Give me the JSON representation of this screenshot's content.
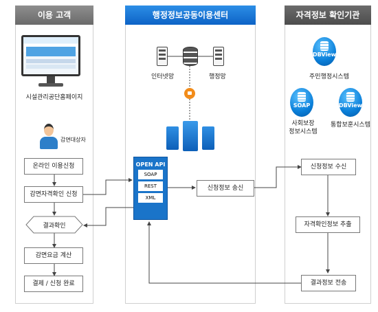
{
  "panels": {
    "customer": {
      "title": "이용 고객"
    },
    "center": {
      "title": "행정정보공동이용센터"
    },
    "agency": {
      "title": "자격정보 확인기관"
    }
  },
  "customer": {
    "website_label": "시설관리공단홈페이지",
    "person_label": "감면대상자",
    "steps": [
      "온라인 이용신청",
      "감면자격확인 신청"
    ],
    "decision": "결과확인",
    "steps2": [
      "감면요금 계산",
      "결제 / 신청 완료"
    ]
  },
  "center": {
    "internet_label": "인터넷망",
    "admin_label": "행정망",
    "api": {
      "title": "OPEN API",
      "items": [
        "SOAP",
        "REST",
        "XML"
      ]
    },
    "send_label": "신청정보 송신"
  },
  "agency": {
    "systems": [
      {
        "badge": "DBView",
        "label": "주민행정시스템"
      },
      {
        "badge": "SOAP",
        "label": "사회보장\n정보시스템"
      },
      {
        "badge": "DBView",
        "label": "통합보훈시스템"
      }
    ],
    "steps": [
      "신청정보 수신",
      "자격확인정보 추출",
      "결과정보 전송"
    ]
  },
  "colors": {
    "header_gray": "#7a7a7a",
    "header_blue": "#1a7ad9",
    "api_blue": "#1a74c9",
    "lock_orange": "#f28c1a"
  }
}
